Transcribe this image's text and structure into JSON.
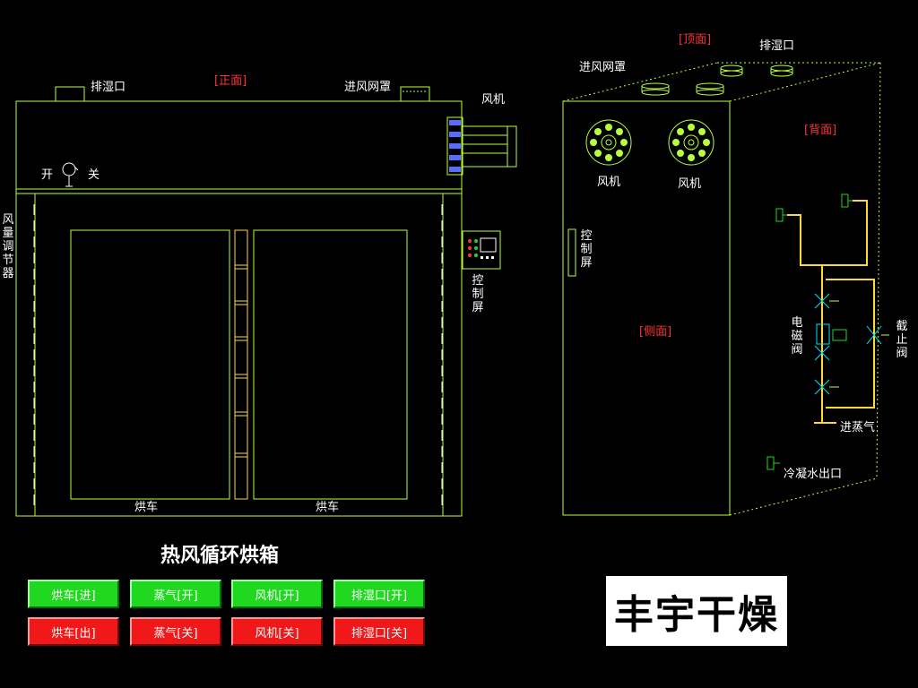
{
  "front_view": {
    "tag": "[正面]",
    "exhaust_label": "排湿口",
    "intake_label": "进风网罩",
    "fan_label": "风机",
    "switch_on": "开",
    "switch_off": "关",
    "regulator_label": "风量调节器",
    "control_label": "控制屏",
    "cart_left": "烘车",
    "cart_right": "烘车"
  },
  "side_view": {
    "top_tag": "[顶面]",
    "back_tag": "[背面]",
    "side_tag": "[侧面]",
    "intake_label": "进风网罩",
    "exhaust_label": "排湿口",
    "fan1_label": "风机",
    "fan2_label": "风机",
    "control_label": "控制屏",
    "solenoid_label": "电磁阀",
    "stop_valve_label": "截止阀",
    "steam_in_label": "进蒸气",
    "condensate_label": "冷凝水出口"
  },
  "title": "热风循环烘箱",
  "buttons": {
    "cart_in": "烘车[进]",
    "steam_on": "蒸气[开]",
    "fan_on": "风机[开]",
    "exhaust_on": "排湿口[开]",
    "cart_out": "烘车[出]",
    "steam_off": "蒸气[关]",
    "fan_off": "风机[关]",
    "exhaust_off": "排湿口[关]"
  },
  "brand": "丰宇干燥",
  "colors": {
    "outline": "#b7ff3c",
    "on_button": "#1fd81f",
    "off_button": "#f01818",
    "pipe": "#ffd93a",
    "valve": "#00e0ff",
    "tag": "#ff3333"
  }
}
